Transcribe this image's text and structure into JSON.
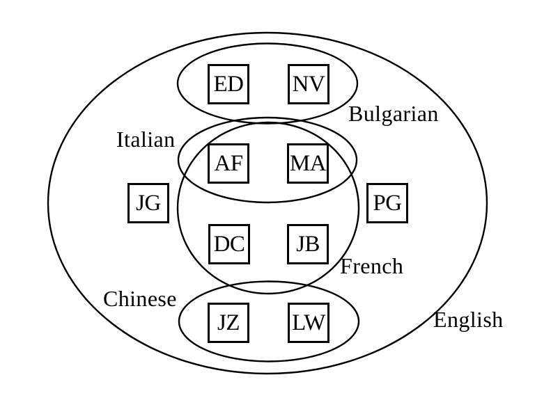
{
  "diagram": {
    "kind": "euler-venn-language-sets",
    "background_color": "#ffffff",
    "stroke_color": "#000000",
    "sets": [
      {
        "id": "english",
        "label": "English"
      },
      {
        "id": "bulgarian",
        "label": "Bulgarian"
      },
      {
        "id": "italian",
        "label": "Italian"
      },
      {
        "id": "french",
        "label": "French"
      },
      {
        "id": "chinese",
        "label": "Chinese"
      }
    ],
    "members": [
      {
        "label": "ED",
        "sets": [
          "English",
          "Bulgarian"
        ]
      },
      {
        "label": "NV",
        "sets": [
          "English",
          "Bulgarian"
        ]
      },
      {
        "label": "AF",
        "sets": [
          "English",
          "Italian",
          "French"
        ]
      },
      {
        "label": "MA",
        "sets": [
          "English",
          "Italian",
          "French"
        ]
      },
      {
        "label": "JG",
        "sets": [
          "English"
        ]
      },
      {
        "label": "PG",
        "sets": [
          "English"
        ]
      },
      {
        "label": "DC",
        "sets": [
          "English",
          "French"
        ]
      },
      {
        "label": "JB",
        "sets": [
          "English",
          "French"
        ]
      },
      {
        "label": "JZ",
        "sets": [
          "English",
          "Chinese"
        ]
      },
      {
        "label": "LW",
        "sets": [
          "English",
          "Chinese"
        ]
      }
    ]
  }
}
